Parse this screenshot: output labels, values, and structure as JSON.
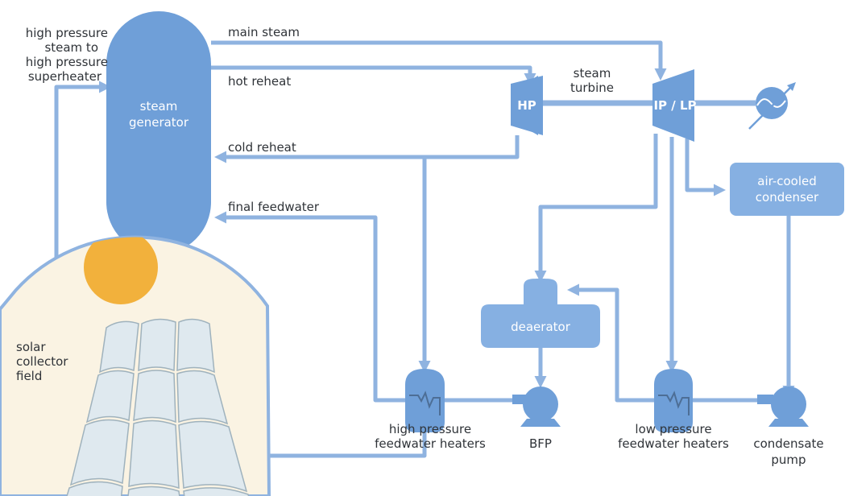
{
  "colors": {
    "pipe": "#8fb3e0",
    "equipment": "#6f9fd8",
    "equipment_light": "#86b0e2",
    "text": "#2f3338",
    "field_bg": "#faf3e3",
    "sun": "#f2b13c",
    "mirror": "#dfe9ef"
  },
  "labels": {
    "hp_steam": [
      "high pressure",
      "steam to",
      "high pressure",
      "superheater"
    ],
    "main_steam": "main steam",
    "hot_reheat": "hot reheat",
    "cold_reheat": "cold reheat",
    "final_feedwater": "final feedwater",
    "steam_turbine": [
      "steam",
      "turbine"
    ],
    "solar_field": [
      "solar",
      "collector",
      "field"
    ],
    "hp_heaters": [
      "high pressure",
      "feedwater heaters"
    ],
    "lp_heaters": [
      "low pressure",
      "feedwater heaters"
    ],
    "bfp": "BFP",
    "condensate_pump": [
      "condensate",
      "pump"
    ]
  },
  "equipment": {
    "steam_generator": [
      "steam",
      "generator"
    ],
    "hp_turbine": "HP",
    "iplp_turbine": "IP / LP",
    "deaerator": "deaerator",
    "condenser": [
      "air-cooled",
      "condenser"
    ]
  },
  "icons": {
    "generator": "generator-symbol-icon",
    "heater": "heat-exchanger-icon",
    "pump": "pump-icon",
    "sun": "sun-icon",
    "mirror": "parabolic-trough-icon"
  }
}
